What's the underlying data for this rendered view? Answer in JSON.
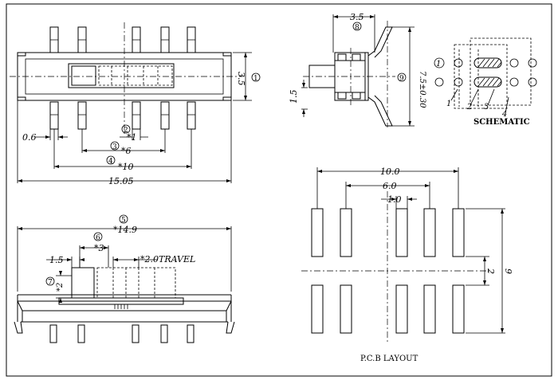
{
  "top_view": {
    "dim_height": "3.5",
    "dim_height_num": "1",
    "dim_pin": "0.6",
    "dim_pitch": "*1",
    "dim_pitch_num": "2",
    "dim_inner": "*6",
    "dim_inner_num": "3",
    "dim_outer": "*10",
    "dim_outer_num": "4",
    "dim_total": "15.05"
  },
  "side_view": {
    "dim_width": "3.5",
    "dim_width_num": "8",
    "dim_height": "7.5±0.30",
    "dim_height_num": "9",
    "dim_left": "1.5"
  },
  "schematic": {
    "title": "SCHEMATIC",
    "pin1": "1",
    "labels": [
      "1",
      "2",
      "3",
      "4"
    ]
  },
  "front_view": {
    "dim_total": "*14.9",
    "dim_total_num": "5",
    "dim_knob": "*3",
    "dim_knob_num": "6",
    "dim_knob_left": "1.5",
    "dim_travel": "*2.0TRAVEL",
    "dim_knob_height": "*2",
    "dim_knob_height_num": "7"
  },
  "pcb": {
    "title": "P.C.B  LAYOUT",
    "dim_outer": "10.0",
    "dim_inner": "6.0",
    "dim_pitch": "1.0",
    "dim_row_gap": "2",
    "dim_total": "9"
  }
}
